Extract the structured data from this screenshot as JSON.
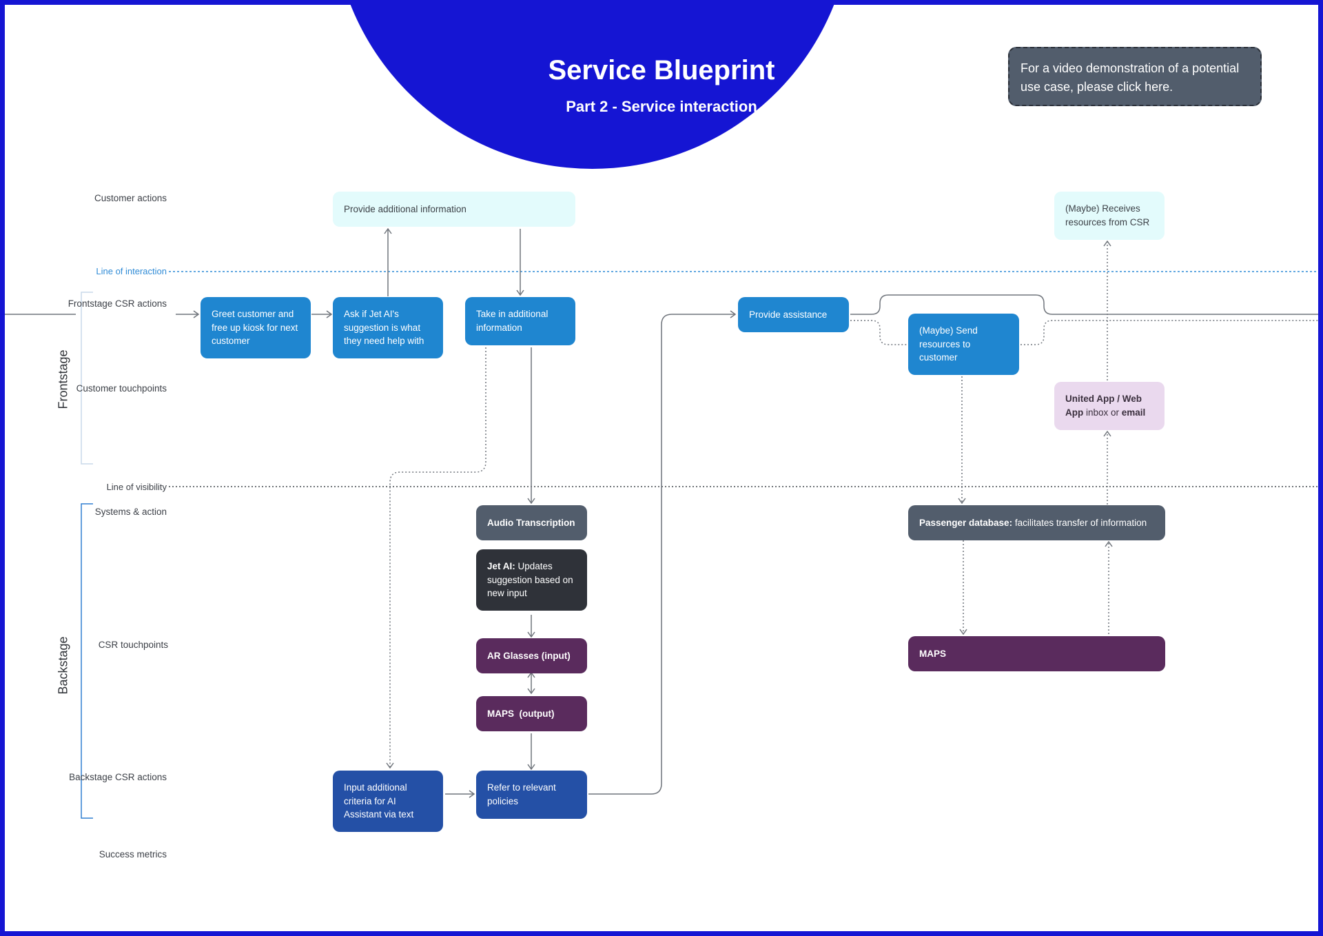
{
  "header": {
    "title": "Service Blueprint",
    "subtitle": "Part 2 - Service interaction",
    "video_note": "For a video demonstration of a potential use case, please click here."
  },
  "rows": {
    "customer_actions": "Customer actions",
    "frontstage_csr_actions": "Frontstage CSR actions",
    "customer_touchpoints": "Customer touchpoints",
    "systems_action": "Systems & action",
    "csr_touchpoints": "CSR touchpoints",
    "backstage_csr_actions": "Backstage CSR actions",
    "success_metrics": "Success metrics"
  },
  "lines": {
    "interaction": "Line of interaction",
    "visibility": "Line of visibility"
  },
  "stages": {
    "frontstage": "Frontstage",
    "backstage": "Backstage"
  },
  "boxes": {
    "provide_info": "Provide additional information",
    "receives_resources": "(Maybe) Receives resources from CSR",
    "greet_customer": "Greet customer and free up kiosk for next customer",
    "ask_jet_ai": "Ask if Jet AI's suggestion is what they need help with",
    "take_info": "Take in additional information",
    "provide_assistance": "Provide assistance",
    "send_resources": "(Maybe) Send resources to customer",
    "united_app_bold1": "United App / Web App",
    "united_app_mid": " inbox or ",
    "united_app_bold2": "email",
    "audio_transcription": "Audio Transcription",
    "jet_ai_bold": "Jet AI:",
    "jet_ai_rest": " Updates suggestion based on new input",
    "ar_glasses": "AR Glasses (input)",
    "maps_output": "MAPS  (output)",
    "input_criteria": "Input additional criteria for AI Assistant via text",
    "refer_policies": "Refer to relevant policies",
    "passenger_db_bold": "Passenger database:",
    "passenger_db_rest": " facilitates transfer of information",
    "maps_right": "MAPS"
  },
  "colors": {
    "brand_blue": "#1515d3",
    "csr_box": "#1f86d0",
    "customer_box": "#e3fbfc",
    "backstage_box": "#2450a6",
    "system_box": "#525d6c",
    "ai_box": "#2f3239",
    "maps_box": "#5a2b5d",
    "touchpoint_box": "#ead9ee",
    "line_of_interaction": "#2f8bd6"
  }
}
